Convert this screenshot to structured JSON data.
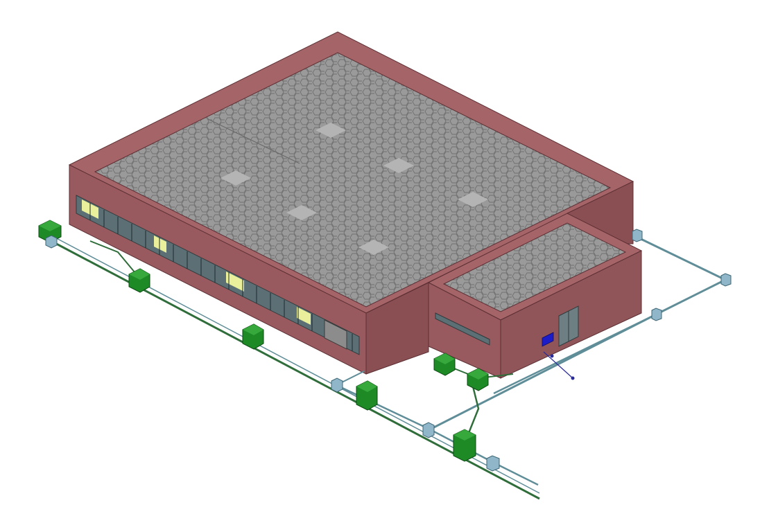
{
  "diagram": {
    "kind": "isometric-bim-model",
    "colors": {
      "background": "#ffffff",
      "wall_face": "#985a5e",
      "wall_dark": "#7d4549",
      "wall_top": "#a46468",
      "roof": "#9a9a9a",
      "roof_pattern": "#7c7c7c",
      "window_glass": "#5b6f74",
      "window_lit": "#e9ef9a",
      "pipe_green": "#2f6d3a",
      "pipe_teal": "#5f8d98",
      "manhole_green": "#1d8a26",
      "junction_blue": "#8fb7c9",
      "sign_blue": "#1c1cc8"
    },
    "components": [
      "main-building",
      "annex-building",
      "drainage-network",
      "utility-network"
    ]
  }
}
